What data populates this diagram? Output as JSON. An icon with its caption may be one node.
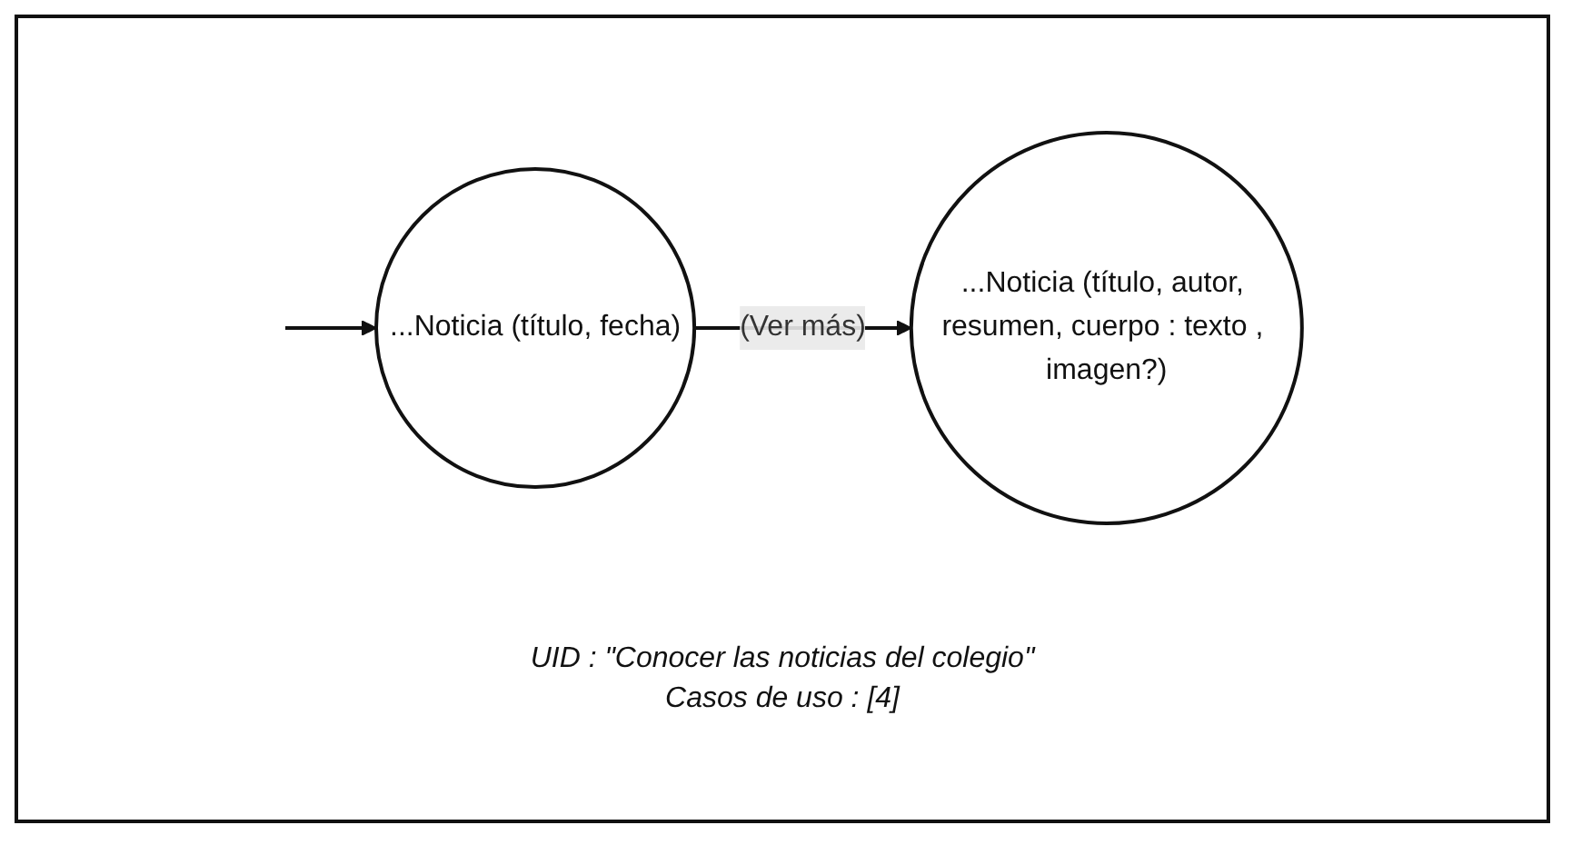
{
  "diagram": {
    "nodes": [
      {
        "text": [
          "...Noticia (título, fecha)"
        ]
      },
      {
        "text": [
          "...Noticia (título, autor, resumen, cuerpo : texto , imagen?)"
        ]
      }
    ],
    "edges": [
      {
        "from": null,
        "to": 0,
        "arrow": "to"
      },
      {
        "from": 0,
        "to": 1,
        "arrow": "to",
        "label": "(Ver más)"
      }
    ],
    "labels": [
      "UID : \"Conocer las noticias del colegio\"",
      "Casos de uso : [4]"
    ]
  }
}
